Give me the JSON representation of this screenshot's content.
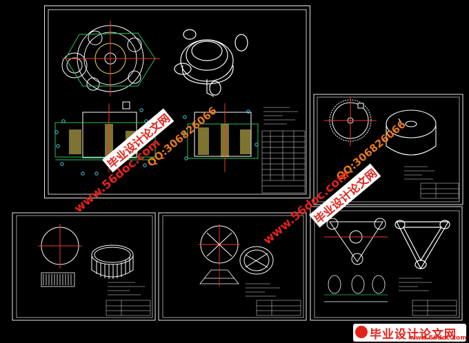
{
  "watermarks": {
    "site_title": "毕业设计论文网",
    "site_url": "www.56doc.com",
    "qq": "QQ:306826066"
  },
  "footer": {
    "title": "毕业设计论文网",
    "url": "www.56doc.com"
  },
  "colors": {
    "background": "#000000",
    "sheet_border": "#e8e8e8",
    "watermark_red": "#e2231a",
    "watermark_orange": "#e87a1e",
    "line_white": "#ffffff",
    "line_green": "#22c55e",
    "line_red": "#ef3b2c",
    "line_yellow": "#e6d35a",
    "line_cyan": "#4fd1e6"
  },
  "icons": [
    "footer-logo-icon"
  ]
}
